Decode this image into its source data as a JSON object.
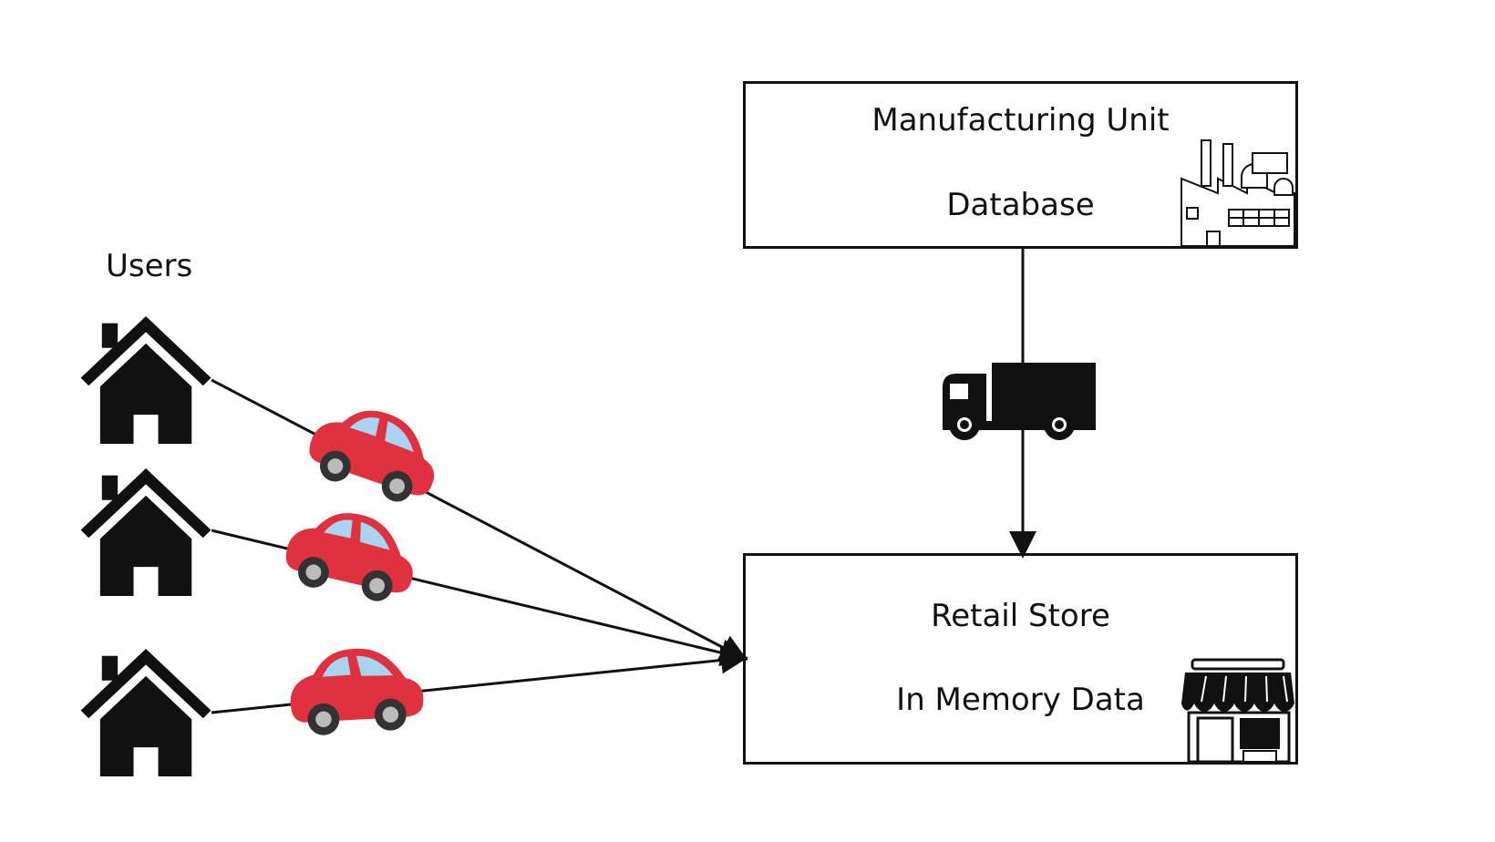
{
  "users": {
    "label": "Users",
    "count": 3,
    "icon": "house-icon"
  },
  "vehicles": {
    "car_icon": "car-icon",
    "truck_icon": "truck-icon",
    "car_color": "#e03140",
    "window_color": "#a9d3f0"
  },
  "manufacturing": {
    "title": "Manufacturing Unit",
    "subtitle": "Database",
    "icon": "factory-icon"
  },
  "retail": {
    "title": "Retail Store",
    "subtitle": "In Memory Data",
    "icon": "store-icon"
  }
}
